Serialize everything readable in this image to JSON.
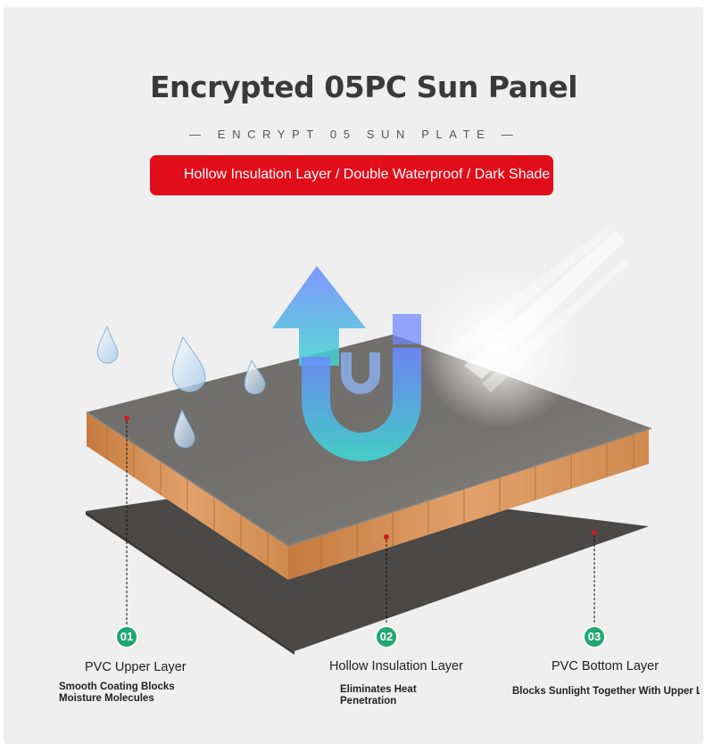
{
  "header": {
    "title": "Encrypted 05PC Sun Panel",
    "subtitle": "— ENCRYPT 05 SUN PLATE —",
    "banner": "Hollow Insulation Layer / Double Waterproof / Dark Shade"
  },
  "layers": [
    {
      "number": "01",
      "title": "PVC Upper Layer",
      "description": "Smooth Coating Blocks\nMoisture Molecules"
    },
    {
      "number": "02",
      "title": "Hollow Insulation Layer",
      "description": "Eliminates Heat\nPenetration"
    },
    {
      "number": "03",
      "title": "PVC Bottom Layer",
      "description": "Blocks Sunlight Together With Upper Layer"
    }
  ],
  "colors": {
    "banner_red": "#e10d19",
    "badge_green": "#1fa673",
    "panel_gray": "#6e6c6a",
    "core_orange": "#d98f52",
    "marker_red": "#cc1f1f"
  },
  "icons": [
    "water-drop-icon",
    "upward-arrow-icon",
    "u-magnet-icon",
    "sun-ray-icon"
  ]
}
